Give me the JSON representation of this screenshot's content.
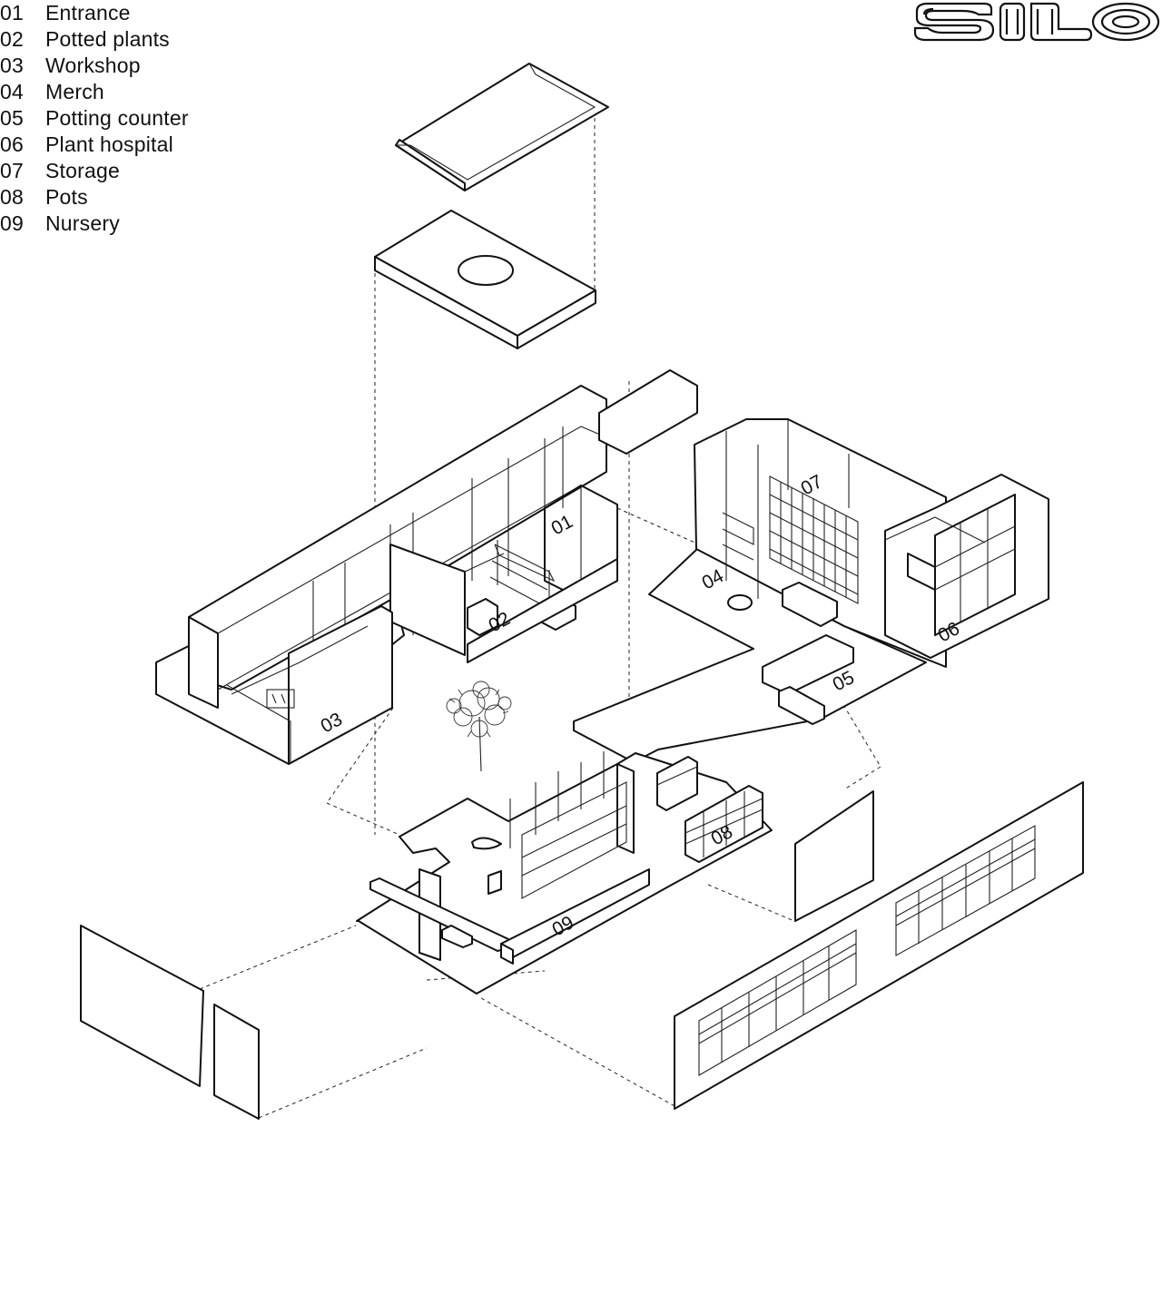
{
  "legend": [
    {
      "num": "01",
      "label": "Entrance"
    },
    {
      "num": "02",
      "label": "Potted plants"
    },
    {
      "num": "03",
      "label": "Workshop"
    },
    {
      "num": "04",
      "label": "Merch"
    },
    {
      "num": "05",
      "label": "Potting counter"
    },
    {
      "num": "06",
      "label": "Plant hospital"
    },
    {
      "num": "07",
      "label": "Storage"
    },
    {
      "num": "08",
      "label": "Pots"
    },
    {
      "num": "09",
      "label": "Nursery"
    }
  ],
  "logo": {
    "text": "SILO"
  },
  "zones": {
    "z01": "01",
    "z02": "02",
    "z03": "03",
    "z04": "04",
    "z05": "05",
    "z06": "06",
    "z07": "07",
    "z08": "08",
    "z09": "09"
  }
}
